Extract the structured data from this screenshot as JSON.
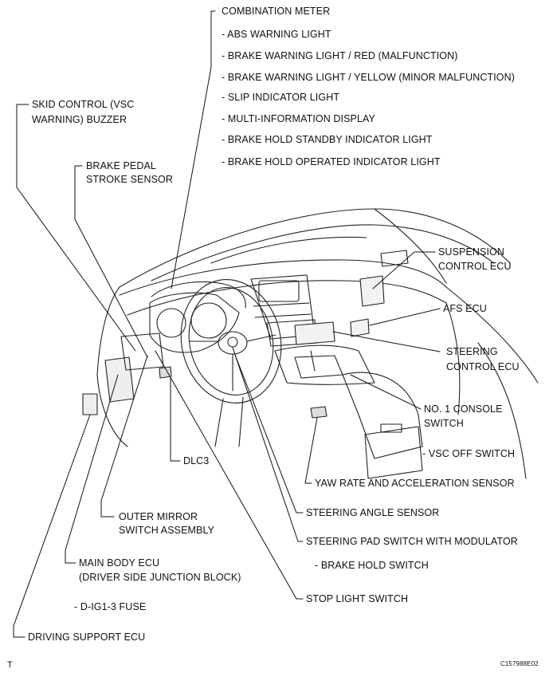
{
  "labels": {
    "combination_meter": "COMBINATION METER",
    "meter_items": [
      "- ABS WARNING LIGHT",
      "- BRAKE WARNING LIGHT / RED (MALFUNCTION)",
      "- BRAKE WARNING LIGHT / YELLOW (MINOR MALFUNCTION)",
      "- SLIP INDICATOR LIGHT",
      "- MULTI-INFORMATION DISPLAY",
      "- BRAKE HOLD STANDBY INDICATOR LIGHT",
      "- BRAKE HOLD OPERATED INDICATOR LIGHT"
    ],
    "skid_control_buzzer": [
      "SKID CONTROL (VSC",
      "WARNING) BUZZER"
    ],
    "brake_pedal_stroke_sensor": [
      "BRAKE PEDAL",
      "STROKE SENSOR"
    ],
    "suspension_control_ecu": [
      "SUSPENSION",
      "CONTROL ECU"
    ],
    "afs_ecu": "AFS ECU",
    "steering_control_ecu": [
      "STEERING",
      "CONTROL ECU"
    ],
    "no1_console_switch": [
      "NO. 1 CONSOLE",
      "SWITCH"
    ],
    "vsc_off_switch": "- VSC OFF SWITCH",
    "dlc3": "DLC3",
    "yaw_rate_sensor": "YAW RATE AND ACCELERATION SENSOR",
    "outer_mirror_switch": [
      "OUTER MIRROR",
      "SWITCH ASSEMBLY"
    ],
    "steering_angle_sensor": "STEERING ANGLE SENSOR",
    "steering_pad_switch": "STEERING PAD SWITCH WITH MODULATOR",
    "main_body_ecu": [
      "MAIN BODY ECU",
      "(DRIVER SIDE JUNCTION BLOCK)"
    ],
    "brake_hold_switch": "- BRAKE HOLD SWITCH",
    "stop_light_switch": "STOP LIGHT SWITCH",
    "d_ig1_3_fuse": "- D-IG1-3 FUSE",
    "driving_support_ecu": "DRIVING SUPPORT ECU"
  },
  "corner": {
    "left": "T",
    "right": "C157988E02"
  }
}
